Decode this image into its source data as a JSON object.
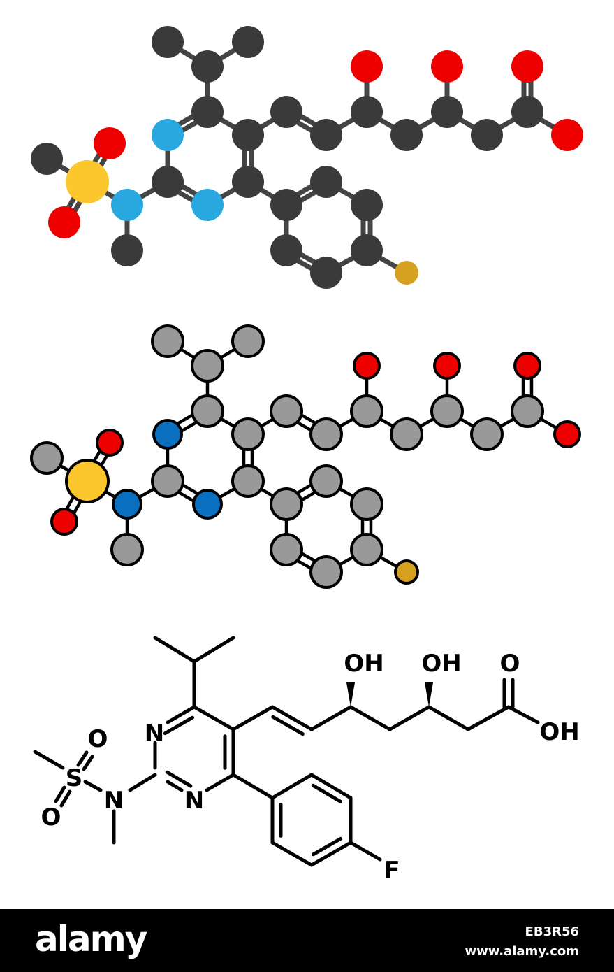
{
  "colors": {
    "carbon_dark": "#3a3a3a",
    "carbon_light": "#999999",
    "nitrogen_light": "#29a8e0",
    "nitrogen_dark": "#0b6fc0",
    "oxygen": "#ee0000",
    "sulfur": "#fcc72c",
    "fluorine": "#d6a020",
    "bond_dark": "#444444",
    "stroke": "#000000"
  },
  "structural_formula": {
    "labels": {
      "oh1": "OH",
      "oh2": "OH",
      "o_carbonyl": "O",
      "oh_acid": "OH",
      "n_top": "N",
      "n_bottom": "N",
      "n_methyl": "N",
      "s": "S",
      "o_s1": "O",
      "o_s2": "O",
      "f": "F"
    }
  },
  "footer": {
    "logo": "alamy",
    "image_code": "EB3R56",
    "url": "www.alamy.com"
  }
}
